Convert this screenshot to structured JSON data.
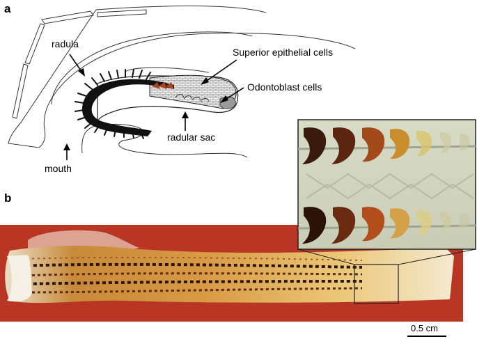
{
  "panels": {
    "a": {
      "label": "a",
      "annotations": {
        "radula": "radula",
        "superior": "Superior epithelial cells",
        "odontoblast": "Odontoblast cells",
        "radular_sac": "radular sac",
        "mouth": "mouth"
      }
    },
    "b": {
      "label": "b",
      "scale_bar": "0.5 cm"
    }
  },
  "colors": {
    "background_red": "#b5301f",
    "tooth_dark": "#3a1a0d",
    "tooth_mid": "#8a3d18",
    "tooth_amber": "#c98d2c",
    "tooth_light": "#d8c46a",
    "inset_bg": "#d9dcc6",
    "radula_cream": "#f1e2ad"
  }
}
